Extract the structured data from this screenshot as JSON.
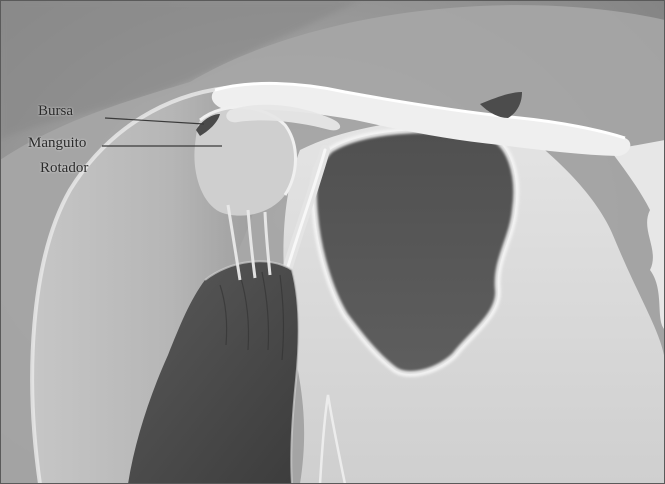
{
  "labels": {
    "bursa": "Bursa",
    "manguito": "Manguito",
    "rotador": "Rotador"
  },
  "colors": {
    "background": "#8f8f8f",
    "bone": "#d8d8d8",
    "muscle": "#4a4a4a",
    "outline": "#f2f2f2",
    "leader_line": "#3a3a3a"
  }
}
